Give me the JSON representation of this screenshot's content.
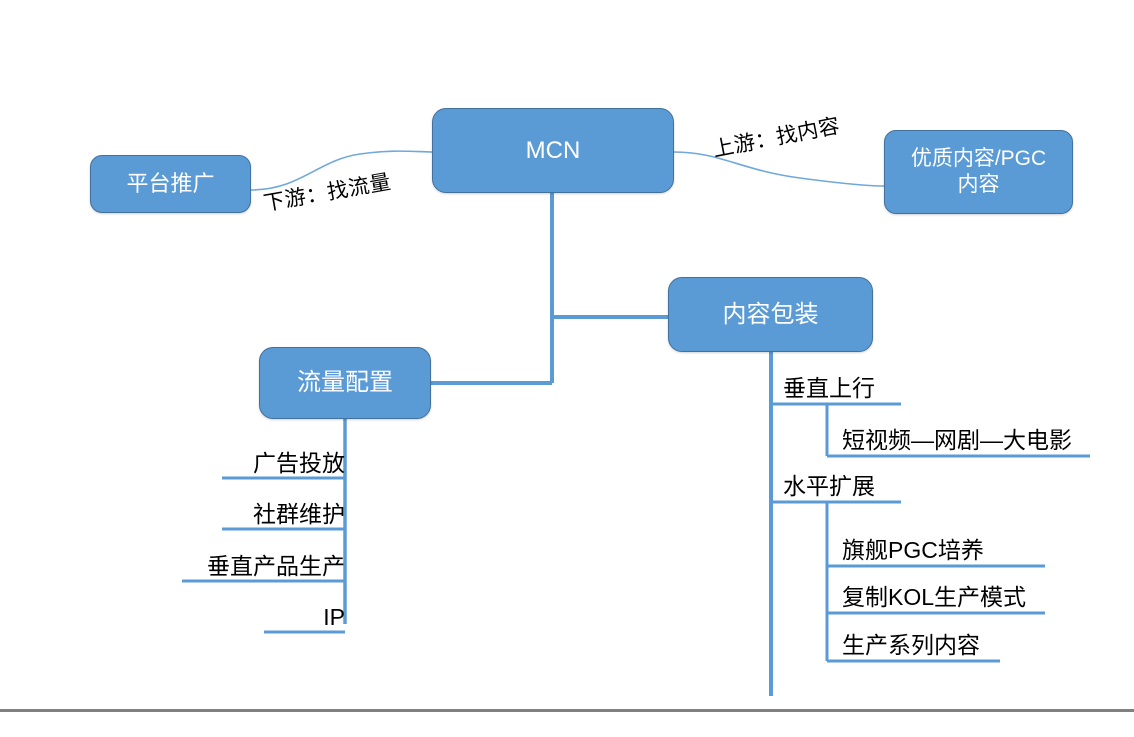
{
  "diagram": {
    "title": "MCN",
    "nodes": {
      "center": "MCN",
      "left": "平台推广",
      "right": "优质内容/PGC内容",
      "right_line1": "优质内容/PGC",
      "right_line2": "内容",
      "packaging": "内容包装",
      "traffic": "流量配置"
    },
    "edge_labels": {
      "downstream": "下游：找流量",
      "upstream": "上游：找内容"
    },
    "traffic_children": [
      {
        "label": "广告投放"
      },
      {
        "label": "社群维护"
      },
      {
        "label": "垂直产品生产"
      },
      {
        "label": "IP"
      }
    ],
    "packaging_children": [
      {
        "label": "垂直上行",
        "children": [
          {
            "label": "短视频—网剧—大电影"
          }
        ]
      },
      {
        "label": "水平扩展",
        "children": [
          {
            "label": "旗舰PGC培养"
          },
          {
            "label": "复制KOL生产模式"
          },
          {
            "label": "生产系列内容"
          }
        ]
      }
    ],
    "colors": {
      "node_fill": "#5B9BD5",
      "node_border": "#41719C",
      "node_text": "#FFFFFF",
      "connector": "#5B9BD5",
      "leaf_text": "#000000",
      "rule": "#808080",
      "background": "#FFFFFF"
    }
  }
}
